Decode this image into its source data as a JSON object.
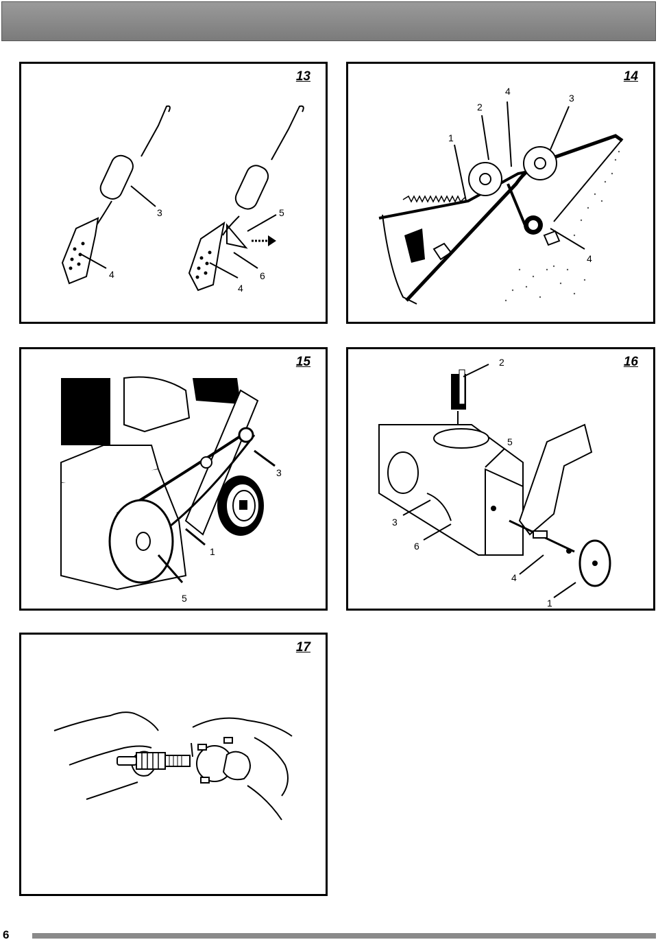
{
  "page": {
    "number": "6"
  },
  "figures": [
    {
      "id": "13",
      "callouts": [
        "3",
        "4",
        "5",
        "6",
        "4"
      ]
    },
    {
      "id": "14",
      "callouts": [
        "1",
        "2",
        "4",
        "3",
        "4"
      ]
    },
    {
      "id": "15",
      "callouts": [
        "3",
        "1",
        "5"
      ]
    },
    {
      "id": "16",
      "callouts": [
        "2",
        "5",
        "3",
        "6",
        "4",
        "1"
      ]
    },
    {
      "id": "17",
      "callouts": []
    }
  ]
}
